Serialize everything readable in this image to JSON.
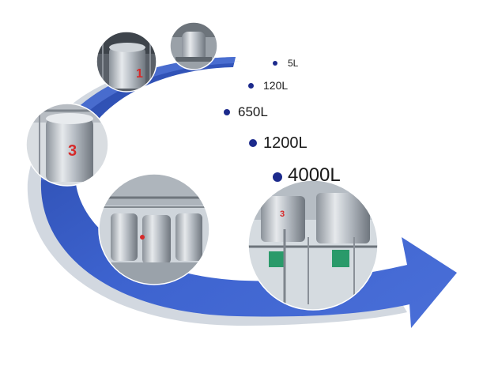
{
  "capacity_scale": {
    "items": [
      {
        "label": "5L"
      },
      {
        "label": "120L"
      },
      {
        "label": "650L"
      },
      {
        "label": "1200L"
      },
      {
        "label": "4000L"
      }
    ]
  },
  "photos": [
    {
      "name": "photo-tank-1",
      "tag": "1"
    },
    {
      "name": "photo-tank-2",
      "tag": ""
    },
    {
      "name": "photo-tank-3",
      "tag": "3"
    },
    {
      "name": "photo-tank-farm",
      "tag": ""
    },
    {
      "name": "photo-production-line",
      "tag": "3"
    }
  ],
  "colors": {
    "arrow_main": "#3d63cf",
    "arrow_dark": "#2a49a8",
    "arrow_shadow": "#c7ced8",
    "dot": "#1c2a8c",
    "tag_red": "#d62a2a"
  }
}
